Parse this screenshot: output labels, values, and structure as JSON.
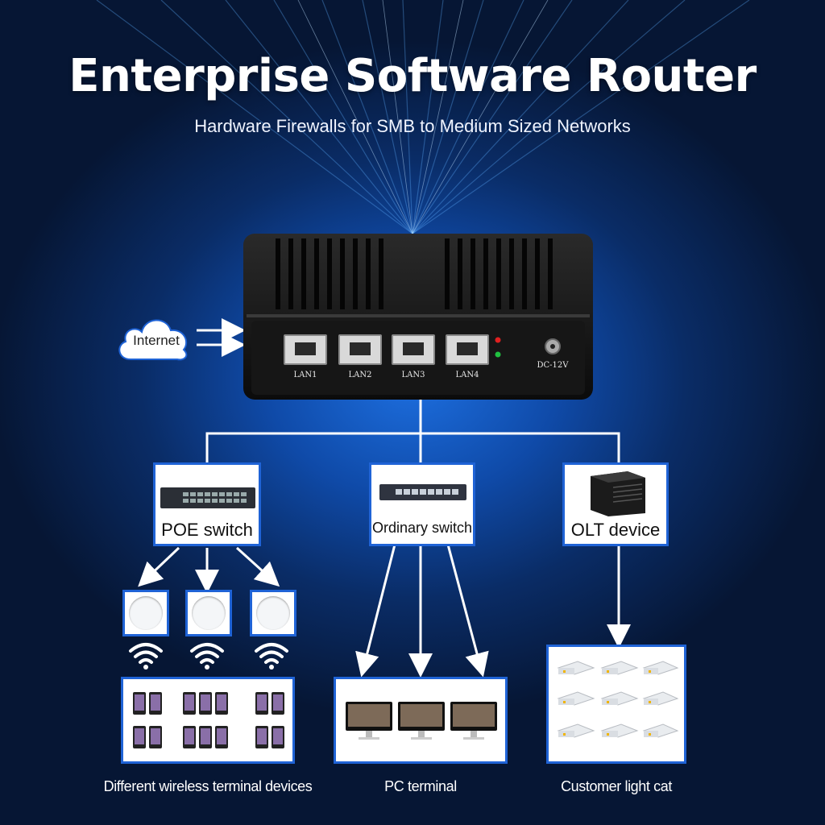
{
  "header": {
    "title": "Enterprise Software Router",
    "subtitle": "Hardware Firewalls for SMB to Medium Sized Networks"
  },
  "router": {
    "ports": [
      "LAN1",
      "LAN2",
      "LAN3",
      "LAN4"
    ],
    "power_label": "DC-12V"
  },
  "internet": {
    "label": "Internet"
  },
  "devices": {
    "poe_switch": {
      "label": "POE switch",
      "caption": "Different wireless terminal devices"
    },
    "ordinary_switch": {
      "label": "Ordinary switch",
      "caption": "PC terminal"
    },
    "olt_device": {
      "label": "OLT device",
      "caption": "Customer light cat"
    }
  },
  "colors": {
    "accent_blue": "#1f63d6",
    "background_dark": "#071a3a",
    "connector_white": "#ffffff"
  }
}
